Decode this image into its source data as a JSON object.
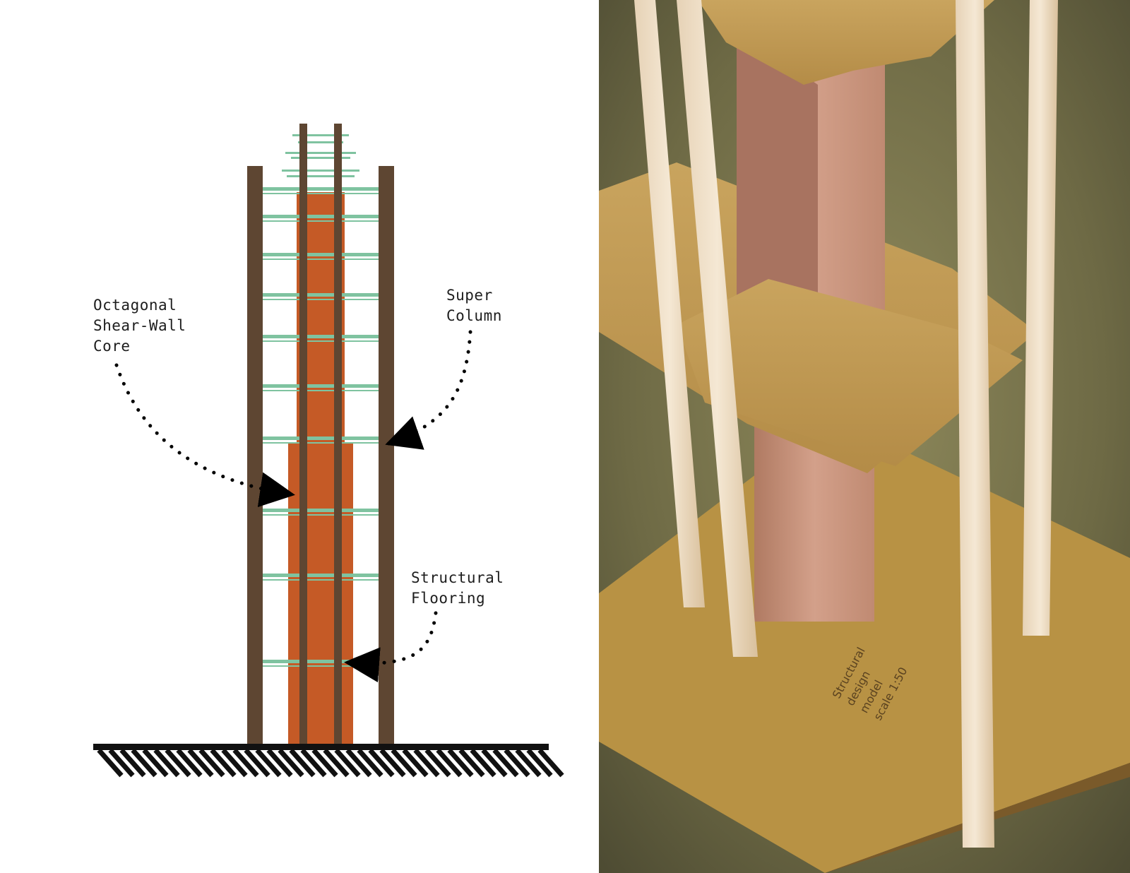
{
  "labels": {
    "core": [
      "Octagonal",
      "Shear-Wall",
      "Core"
    ],
    "column": [
      "Super",
      "Column"
    ],
    "flooring": [
      "Structural",
      "Flooring"
    ]
  },
  "colors": {
    "super_column": "#5e4632",
    "core": "#c55a26",
    "floor_plate": "#7fc3a0",
    "ground": "#111111",
    "photo_wood": "#c48a70",
    "photo_board": "#c7a25c"
  },
  "photo": {
    "description_icon": "architectural-model-photo",
    "base_inscription": [
      "Structural",
      "design",
      "model",
      "scale 1:50"
    ]
  }
}
